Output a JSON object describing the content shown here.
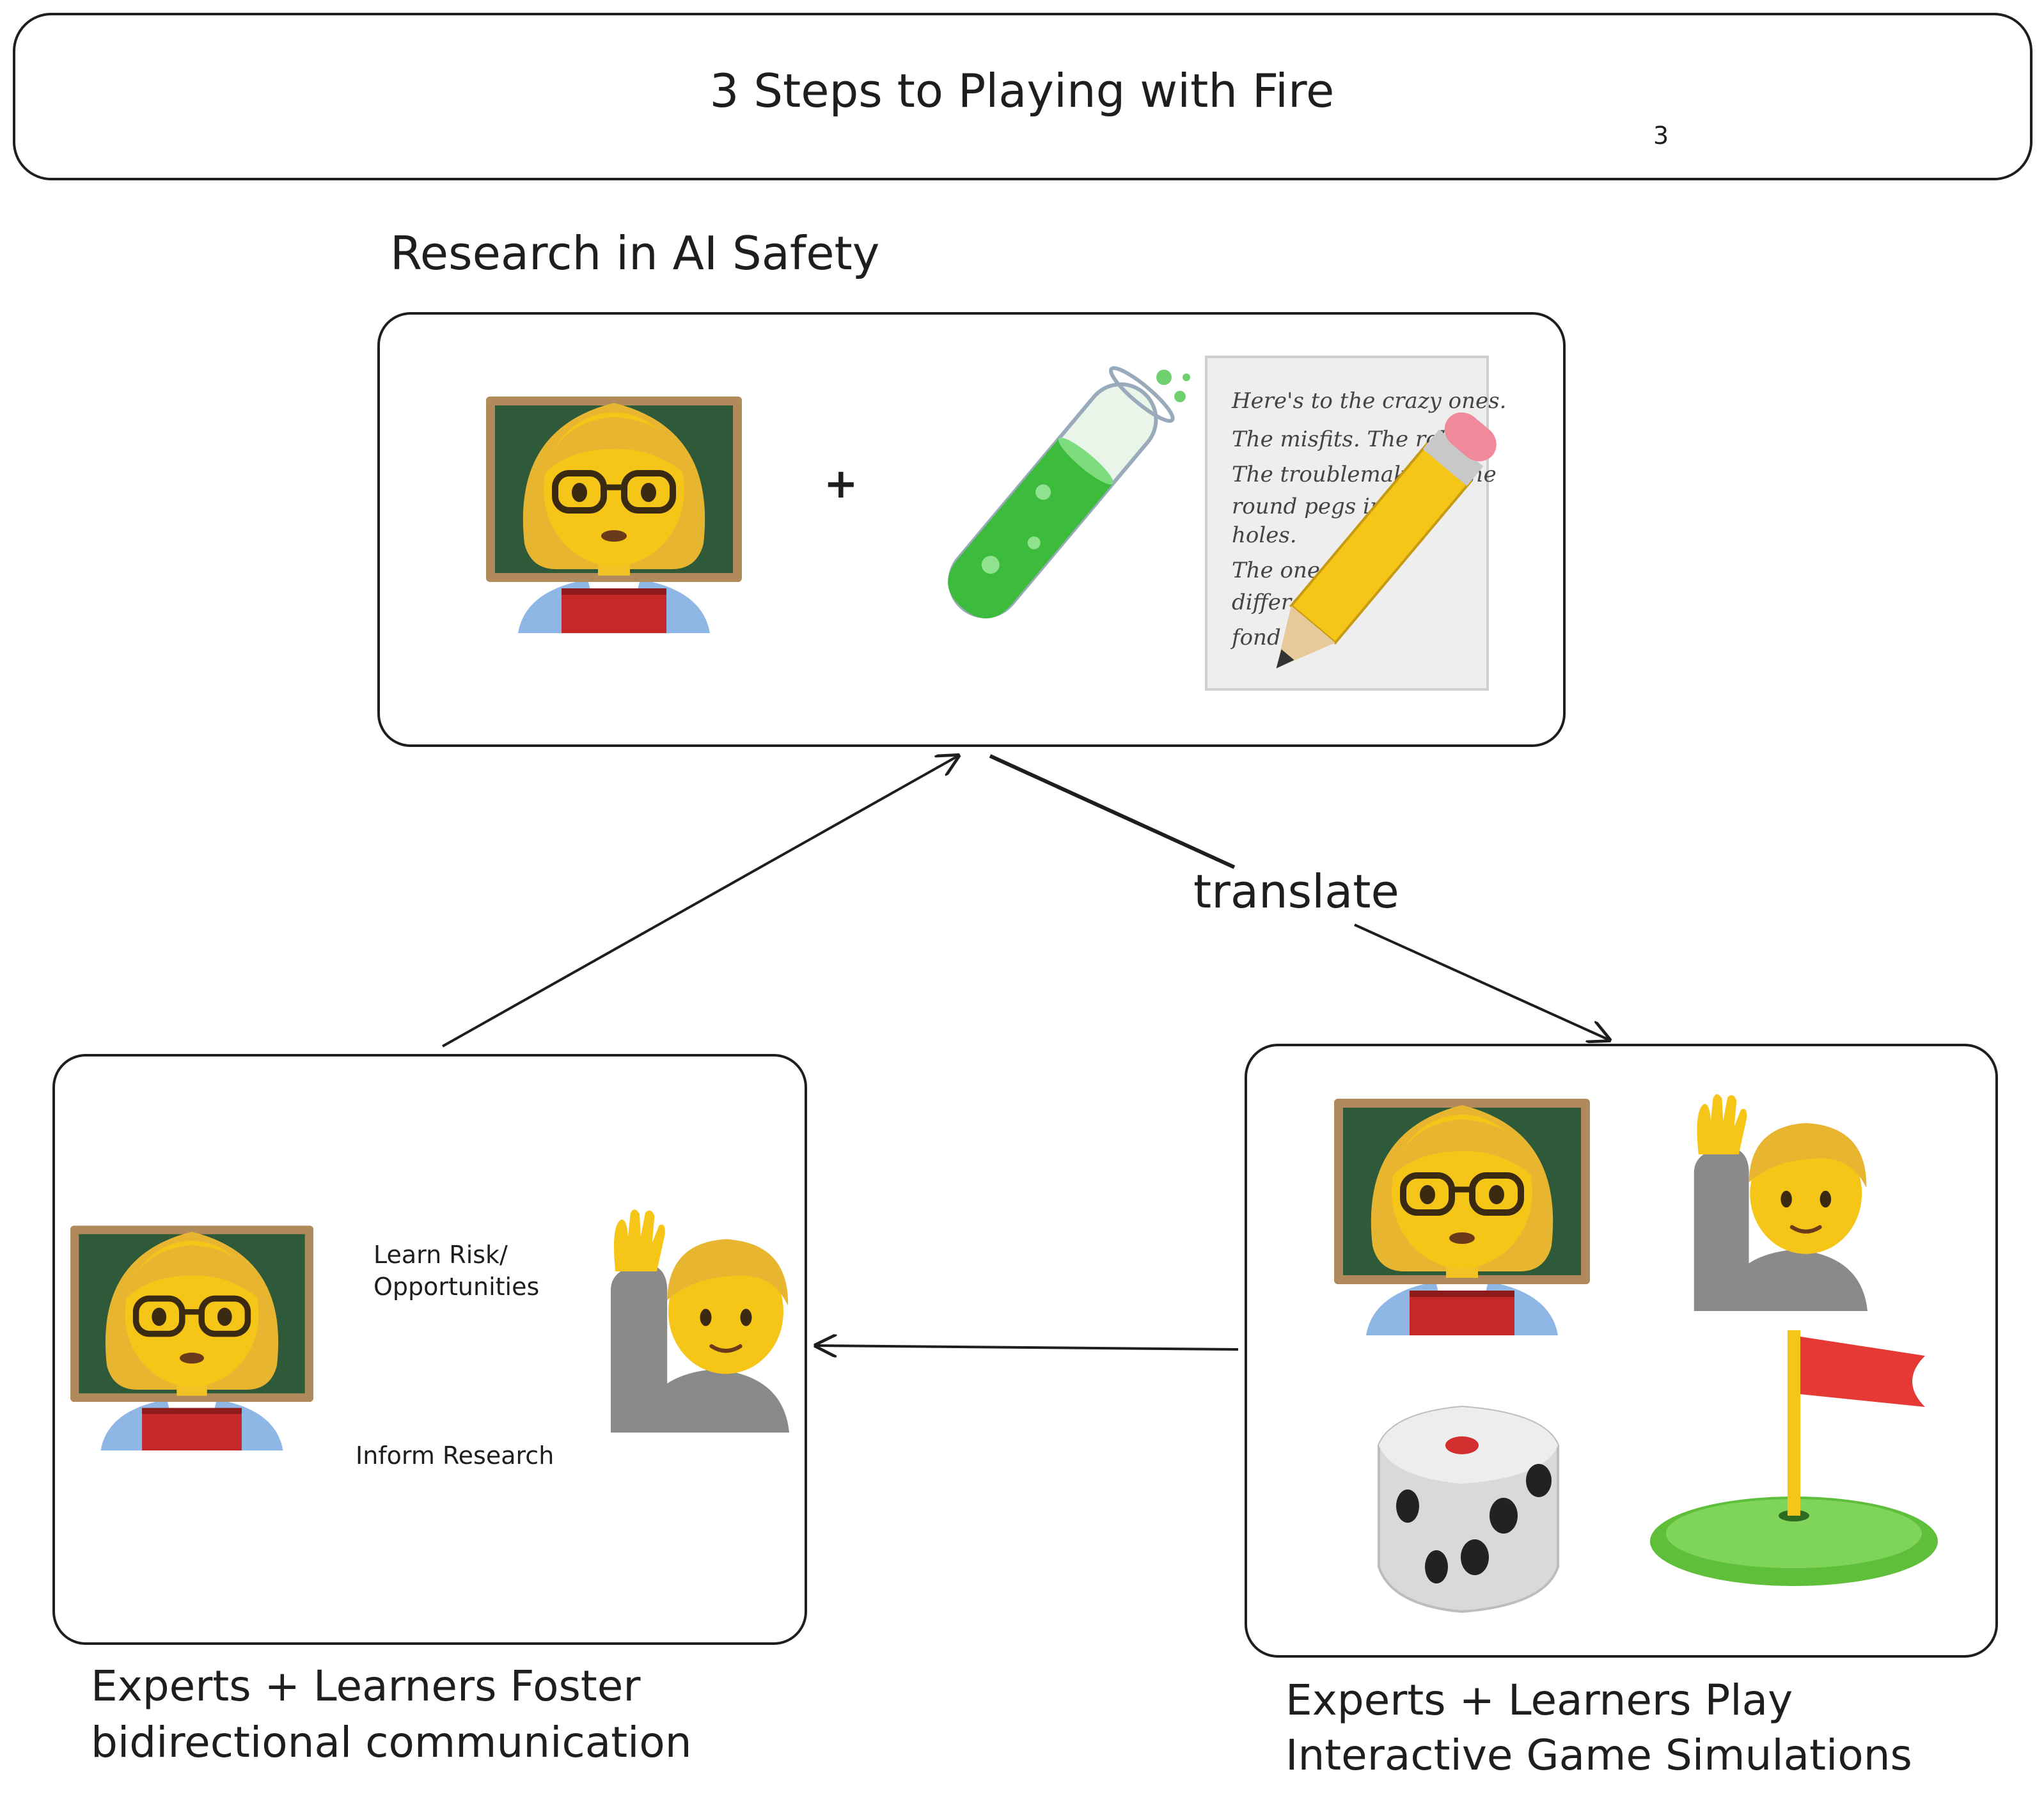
{
  "title": "3 Steps to Playing with Fire",
  "page_number": "3",
  "research": {
    "label": "Research in AI Safety",
    "plus": "+"
  },
  "translate_label": "translate",
  "foster": {
    "label_line1": "Experts + Learners Foster",
    "label_line2": "bidirectional communication",
    "arrow_top_line1": "Learn Risk/",
    "arrow_top_line2": "Opportunities",
    "arrow_bottom": "Inform Research"
  },
  "play": {
    "label_line1": "Experts + Learners Play",
    "label_line2": "Interactive Game Simulations"
  },
  "note_lines": [
    "Here's to the crazy ones.",
    "The misfits. The rebels.",
    "The troublemakers. The",
    "round pegs in the",
    "holes.",
    "The ones who",
    "differently",
    "fond of"
  ],
  "icons": {
    "teacher": "teacher-emoji",
    "student": "student-raising-hand-emoji",
    "test_tube": "test-tube-emoji",
    "memo": "memo-pencil-emoji",
    "dice": "dice-emoji",
    "flag": "golf-flag-emoji"
  },
  "colors": {
    "stroke": "#1e1e1e",
    "skin": "#f5c518",
    "hair": "#e8b531",
    "chalkboard": "#2e5a3a",
    "frame": "#b08a5a",
    "sweater": "#8fb7e6",
    "book": "#c62828",
    "liquid": "#3dbb3d",
    "flag": "#e53935",
    "grass": "#5fbf3a"
  }
}
